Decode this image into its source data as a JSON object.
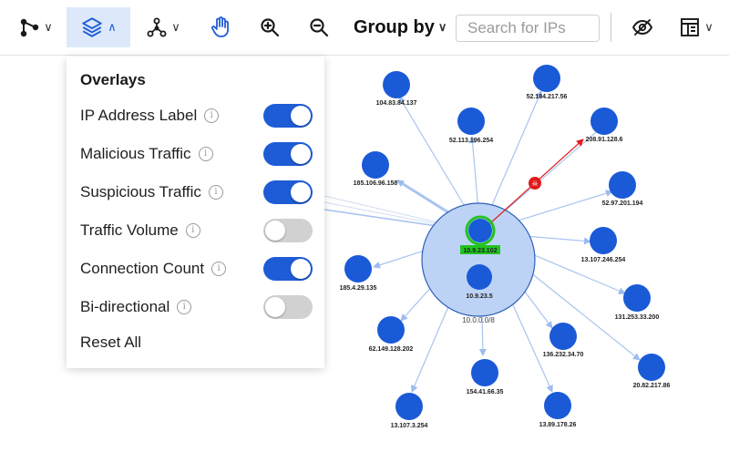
{
  "toolbar": {
    "group_by_label": "Group by",
    "search_placeholder": "Search for IPs"
  },
  "overlays": {
    "title": "Overlays",
    "items": [
      {
        "label": "IP Address Label",
        "enabled": true
      },
      {
        "label": "Malicious Traffic",
        "enabled": true
      },
      {
        "label": "Suspicious Traffic",
        "enabled": true
      },
      {
        "label": "Traffic Volume",
        "enabled": false
      },
      {
        "label": "Connection Count",
        "enabled": true
      },
      {
        "label": "Bi-directional",
        "enabled": false
      }
    ],
    "reset_label": "Reset All"
  },
  "graph": {
    "center_label": "10.9.23.102",
    "subnet_label": "10.0.0.0/8",
    "inner_node_label": "10.9.23.5",
    "nodes": [
      "104.83.84.137",
      "52.184.217.56",
      "52.113.196.254",
      "208.91.128.6",
      "185.106.96.158",
      "52.97.201.194",
      "13.107.246.254",
      "185.4.29.135",
      "131.253.33.200",
      "62.149.128.202",
      "136.232.34.70",
      "20.82.217.86",
      "154.41.66.35",
      "13.107.3.254",
      "13.89.178.26"
    ],
    "colors": {
      "node": "#1a5ad7",
      "malicious": "#e01b1b",
      "subnet": "#bcd3f5",
      "highlight": "#22c322"
    }
  }
}
